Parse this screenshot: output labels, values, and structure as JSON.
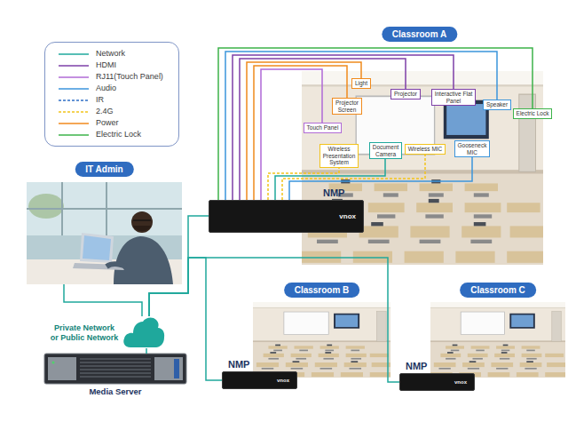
{
  "diagram": {
    "nodes": [
      {
        "text": [
          "Classroom A"
        ]
      },
      {
        "text": [
          "Light"
        ],
        "in": 0
      },
      {
        "text": [
          "Projector Screen"
        ],
        "in": 0
      },
      {
        "text": [
          "Projector"
        ],
        "in": 0
      },
      {
        "text": [
          "Interactive Flat Panel"
        ],
        "in": 0
      },
      {
        "text": [
          "Speaker"
        ],
        "in": 0
      },
      {
        "text": [
          "Electric Lock"
        ],
        "in": 0
      },
      {
        "text": [
          "Touch Panel"
        ],
        "in": 0
      },
      {
        "text": [
          "Wireless Presentation System"
        ],
        "in": 0
      },
      {
        "text": [
          "Document Camera"
        ],
        "in": 0
      },
      {
        "text": [
          "Wireless MIC"
        ],
        "in": 0
      },
      {
        "text": [
          "Gooseneck MIC"
        ],
        "in": 0
      },
      {
        "text": [
          "IT Admin"
        ]
      },
      {
        "text": [
          "NMP",
          "vnox"
        ]
      },
      {
        "text": [
          "Private Network or Public Network"
        ]
      },
      {
        "text": [
          "Media Server"
        ]
      },
      {
        "text": [
          "Classroom B"
        ]
      },
      {
        "text": [
          "NMP",
          "vnox"
        ]
      },
      {
        "text": [
          "Classroom C"
        ]
      },
      {
        "text": [
          "NMP",
          "vnox"
        ]
      }
    ],
    "edges": [
      {
        "from": 13,
        "to": 1,
        "arrow": "none"
      },
      {
        "from": 13,
        "to": 2,
        "arrow": "none"
      },
      {
        "from": 13,
        "to": 3,
        "arrow": "none"
      },
      {
        "from": 13,
        "to": 4,
        "arrow": "none"
      },
      {
        "from": 13,
        "to": 5,
        "arrow": "none"
      },
      {
        "from": 13,
        "to": 6,
        "arrow": "none"
      },
      {
        "from": 13,
        "to": 7,
        "arrow": "none"
      },
      {
        "from": 13,
        "to": 8,
        "arrow": "none"
      },
      {
        "from": 13,
        "to": 9,
        "arrow": "none"
      },
      {
        "from": 13,
        "to": 10,
        "arrow": "none"
      },
      {
        "from": 13,
        "to": 11,
        "arrow": "none"
      },
      {
        "from": 12,
        "to": 14,
        "arrow": "none"
      },
      {
        "from": 14,
        "to": 13,
        "arrow": "none"
      },
      {
        "from": 14,
        "to": 15,
        "arrow": "none"
      },
      {
        "from": 14,
        "to": 17,
        "arrow": "none"
      },
      {
        "from": 14,
        "to": 19,
        "arrow": "none"
      }
    ],
    "legend": [
      {
        "text": "Network"
      },
      {
        "text": "HDMI"
      },
      {
        "text": "RJ11(Touch Panel)"
      },
      {
        "text": "Audio"
      },
      {
        "text": "IR"
      },
      {
        "text": "2.4G"
      },
      {
        "text": "Power"
      },
      {
        "text": "Electric Lock"
      }
    ]
  }
}
